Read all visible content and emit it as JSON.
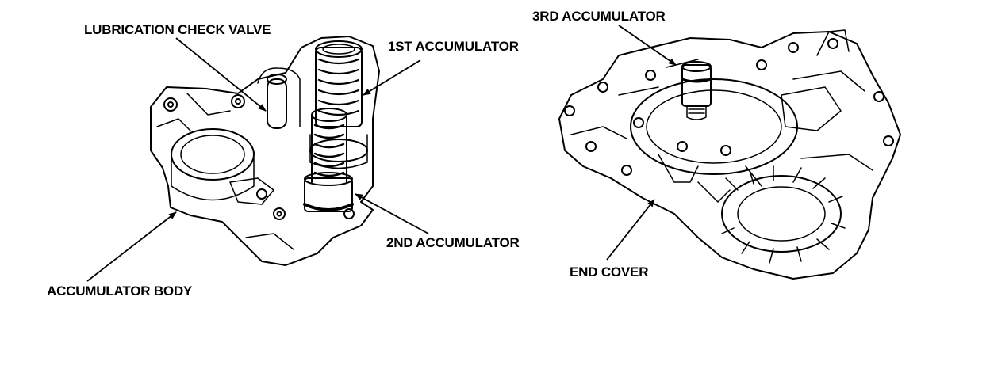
{
  "labels": {
    "lubrication_check_valve": "LUBRICATION CHECK VALVE",
    "first_accumulator": "1ST ACCUMULATOR",
    "second_accumulator": "2ND ACCUMULATOR",
    "accumulator_body": "ACCUMULATOR BODY",
    "third_accumulator": "3RD ACCUMULATOR",
    "end_cover": "END COVER"
  },
  "colors": {
    "ink": "#000000",
    "background": "#ffffff"
  }
}
